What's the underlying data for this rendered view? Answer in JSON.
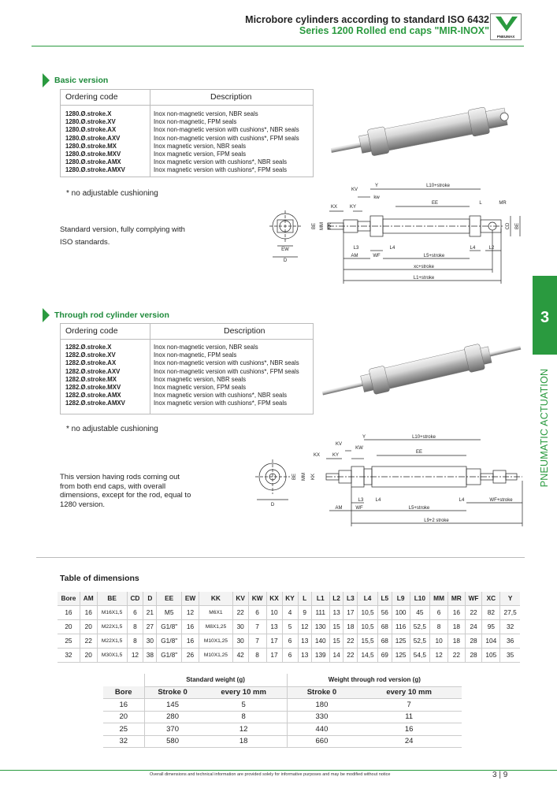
{
  "header": {
    "title": "Microbore cylinders according to standard ISO 6432",
    "subtitle": "Series 1200 Rolled end caps \"MIR-INOX\"",
    "logo_text": "PNEUMAX"
  },
  "basic": {
    "title": "Basic version",
    "col_code": "Ordering code",
    "col_desc": "Description",
    "rows": [
      {
        "code": "1280.Ø.stroke.X",
        "desc": "Inox non-magnetic version, NBR seals"
      },
      {
        "code": "1280.Ø.stroke.XV",
        "desc": "Inox non-magnetic, FPM seals"
      },
      {
        "code": "1280.Ø.stroke.AX",
        "desc": "Inox non-magnetic version with cushions*, NBR seals"
      },
      {
        "code": "1280.Ø.stroke.AXV",
        "desc": "Inox non-magnetic version with cushions*, FPM seals"
      },
      {
        "code": "1280.Ø.stroke.MX",
        "desc": "Inox magnetic version, NBR seals"
      },
      {
        "code": "1280.Ø.stroke.MXV",
        "desc": "Inox magnetic version, FPM seals"
      },
      {
        "code": "1280.Ø.stroke.AMX",
        "desc": "Inox magnetic version with cushions*, NBR seals"
      },
      {
        "code": "1280.Ø.stroke.AMXV",
        "desc": "Inox magnetic version with cushions*, FPM seals"
      }
    ],
    "note": "* no adjustable cushioning",
    "para": [
      "Standard version, fully complying with",
      "ISO standards."
    ],
    "dims": {
      "kv": "KV",
      "y": "Y",
      "l10": "L10+stroke",
      "kw": "kw",
      "kx": "KX",
      "ky": "KY",
      "ee": "EE",
      "l": "L",
      "mr": "MR",
      "be": "BE",
      "mm": "MM",
      "kk": "KK",
      "cd": "CD",
      "be2": "BE",
      "ew": "EW",
      "d": "D",
      "l3": "L3",
      "l4": "L4",
      "l4b": "L4",
      "l2": "L2",
      "am": "AM",
      "wf": "WF",
      "l5": "L5+stroke",
      "xc": "xc+stroke",
      "l1": "L1+stroke"
    }
  },
  "through": {
    "title": "Through rod cylinder version",
    "col_code": "Ordering code",
    "col_desc": "Description",
    "rows": [
      {
        "code": "1282.Ø.stroke.X",
        "desc": "Inox non-magnetic version, NBR seals"
      },
      {
        "code": "1282.Ø.stroke.XV",
        "desc": "Inox non-magnetic, FPM seals"
      },
      {
        "code": "1282.Ø.stroke.AX",
        "desc": "Inox non-magnetic version with cushions*, NBR seals"
      },
      {
        "code": "1282.Ø.stroke.AXV",
        "desc": "Inox non-magnetic version with cushions*, FPM seals"
      },
      {
        "code": "1282.Ø.stroke.MX",
        "desc": "Inox magnetic version, NBR seals"
      },
      {
        "code": "1282.Ø.stroke.MXV",
        "desc": "Inox magnetic version, FPM seals"
      },
      {
        "code": "1282.Ø.stroke.AMX",
        "desc": "Inox magnetic version with cushions*, NBR seals"
      },
      {
        "code": "1282.Ø.stroke.AMXV",
        "desc": "Inox magnetic version with cushions*, FPM seals"
      }
    ],
    "note": "* no adjustable cushioning",
    "para": [
      "This version having rods coming out",
      "from both end caps, with overall",
      "dimensions, except for the rod, equal to",
      "1280 version."
    ],
    "dims": {
      "y": "Y",
      "l10": "L10+stroke",
      "kv": "KV",
      "kw": "KW",
      "ee": "EE",
      "kx": "KX",
      "ky": "KY",
      "be": "BE",
      "mm": "MM",
      "kk": "KK",
      "d": "D",
      "l3": "L3",
      "l4": "L4",
      "l4b": "L4",
      "wf2": "WF+stroke",
      "am": "AM",
      "wf": "WF",
      "l5": "L5+stroke",
      "l9": "L9+2 stroke"
    }
  },
  "side_tab": {
    "number": "3",
    "label": "PNEUMATIC ACTUATION"
  },
  "dimensions": {
    "title": "Table of dimensions",
    "headers": [
      "Bore",
      "AM",
      "BE",
      "CD",
      "D",
      "EE",
      "EW",
      "KK",
      "KV",
      "KW",
      "KX",
      "KY",
      "L",
      "L1",
      "L2",
      "L3",
      "L4",
      "L5",
      "L9",
      "L10",
      "MM",
      "MR",
      "WF",
      "XC",
      "Y"
    ],
    "rows": [
      [
        "16",
        "16",
        "M16X1,5",
        "6",
        "21",
        "M5",
        "12",
        "M6X1",
        "22",
        "6",
        "10",
        "4",
        "9",
        "111",
        "13",
        "17",
        "10,5",
        "56",
        "100",
        "45",
        "6",
        "16",
        "22",
        "82",
        "27,5"
      ],
      [
        "20",
        "20",
        "M22X1,5",
        "8",
        "27",
        "G1/8\"",
        "16",
        "M8X1,25",
        "30",
        "7",
        "13",
        "5",
        "12",
        "130",
        "15",
        "18",
        "10,5",
        "68",
        "116",
        "52,5",
        "8",
        "18",
        "24",
        "95",
        "32"
      ],
      [
        "25",
        "22",
        "M22X1,5",
        "8",
        "30",
        "G1/8\"",
        "16",
        "M10X1,25",
        "30",
        "7",
        "17",
        "6",
        "13",
        "140",
        "15",
        "22",
        "15,5",
        "68",
        "125",
        "52,5",
        "10",
        "18",
        "28",
        "104",
        "36"
      ],
      [
        "32",
        "20",
        "M30X1,5",
        "12",
        "38",
        "G1/8\"",
        "26",
        "M10X1,25",
        "42",
        "8",
        "17",
        "6",
        "13",
        "139",
        "14",
        "22",
        "14,5",
        "69",
        "125",
        "54,5",
        "12",
        "22",
        "28",
        "105",
        "35"
      ]
    ]
  },
  "weights": {
    "group1": "Standard weight (g)",
    "group2": "Weight through rod version (g)",
    "headers": [
      "Bore",
      "Stroke 0",
      "every 10 mm",
      "Stroke 0",
      "every 10 mm"
    ],
    "rows": [
      [
        "16",
        "145",
        "5",
        "180",
        "7"
      ],
      [
        "20",
        "280",
        "8",
        "330",
        "11"
      ],
      [
        "25",
        "370",
        "12",
        "440",
        "16"
      ],
      [
        "32",
        "580",
        "18",
        "660",
        "24"
      ]
    ]
  },
  "footer": {
    "disclaimer": "Overall dimensions and technical information are provided solely for informative purposes and may be modified without notice",
    "page": "3 | 9"
  }
}
